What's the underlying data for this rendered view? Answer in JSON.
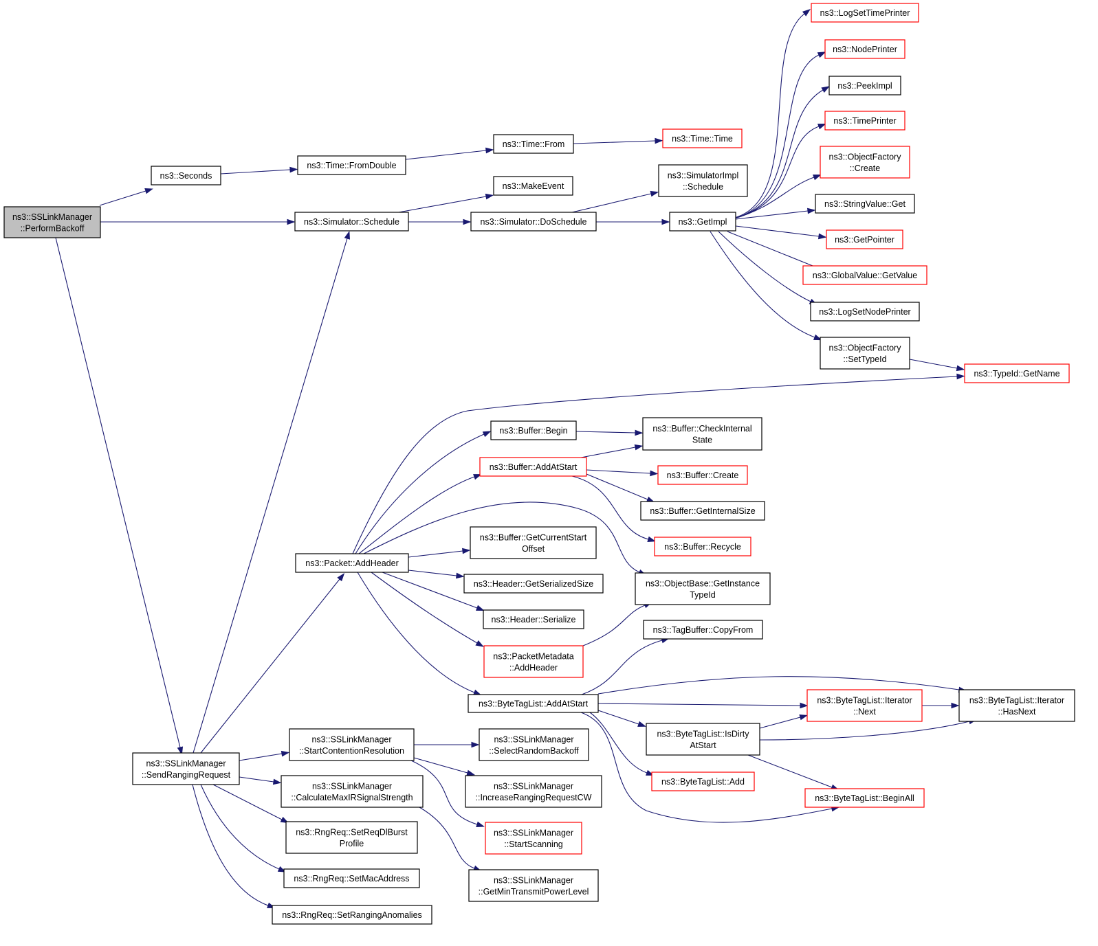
{
  "nodes": [
    {
      "id": "root",
      "lines": [
        "ns3::SSLinkManager",
        "::PerformBackoff"
      ],
      "style": "root"
    },
    {
      "id": "seconds",
      "lines": [
        "ns3::Seconds"
      ],
      "style": "normal"
    },
    {
      "id": "fromdouble",
      "lines": [
        "ns3::Time::FromDouble"
      ],
      "style": "normal"
    },
    {
      "id": "timefrom",
      "lines": [
        "ns3::Time::From"
      ],
      "style": "normal"
    },
    {
      "id": "timetime",
      "lines": [
        "ns3::Time::Time"
      ],
      "style": "red"
    },
    {
      "id": "schedule",
      "lines": [
        "ns3::Simulator::Schedule"
      ],
      "style": "normal"
    },
    {
      "id": "makeevent",
      "lines": [
        "ns3::MakeEvent"
      ],
      "style": "normal"
    },
    {
      "id": "doschedule",
      "lines": [
        "ns3::Simulator::DoSchedule"
      ],
      "style": "normal"
    },
    {
      "id": "simimplschedule",
      "lines": [
        "ns3::SimulatorImpl",
        "::Schedule"
      ],
      "style": "normal"
    },
    {
      "id": "getimpl",
      "lines": [
        "ns3::GetImpl"
      ],
      "style": "normal"
    },
    {
      "id": "logsettimeprinter",
      "lines": [
        "ns3::LogSetTimePrinter"
      ],
      "style": "red"
    },
    {
      "id": "nodeprinter",
      "lines": [
        "ns3::NodePrinter"
      ],
      "style": "red"
    },
    {
      "id": "peekimpl",
      "lines": [
        "ns3::PeekImpl"
      ],
      "style": "normal"
    },
    {
      "id": "timeprinter",
      "lines": [
        "ns3::TimePrinter"
      ],
      "style": "red"
    },
    {
      "id": "ofcreate",
      "lines": [
        "ns3::ObjectFactory",
        "::Create"
      ],
      "style": "red"
    },
    {
      "id": "stringvalueget",
      "lines": [
        "ns3::StringValue::Get"
      ],
      "style": "normal"
    },
    {
      "id": "getpointer",
      "lines": [
        "ns3::GetPointer"
      ],
      "style": "red"
    },
    {
      "id": "globalvalueget",
      "lines": [
        "ns3::GlobalValue::GetValue"
      ],
      "style": "red"
    },
    {
      "id": "logsetnodeprinter",
      "lines": [
        "ns3::LogSetNodePrinter"
      ],
      "style": "normal"
    },
    {
      "id": "ofsettypeid",
      "lines": [
        "ns3::ObjectFactory",
        "::SetTypeId"
      ],
      "style": "normal"
    },
    {
      "id": "typeidgetname",
      "lines": [
        "ns3::TypeId::GetName"
      ],
      "style": "red"
    },
    {
      "id": "bufferbegin",
      "lines": [
        "ns3::Buffer::Begin"
      ],
      "style": "normal"
    },
    {
      "id": "checkinternal",
      "lines": [
        "ns3::Buffer::CheckInternal",
        "State"
      ],
      "style": "normal"
    },
    {
      "id": "addatstart",
      "lines": [
        "ns3::Buffer::AddAtStart"
      ],
      "style": "red"
    },
    {
      "id": "buffercreate",
      "lines": [
        "ns3::Buffer::Create"
      ],
      "style": "red"
    },
    {
      "id": "getinternalsize",
      "lines": [
        "ns3::Buffer::GetInternalSize"
      ],
      "style": "normal"
    },
    {
      "id": "bufferrecycle",
      "lines": [
        "ns3::Buffer::Recycle"
      ],
      "style": "red"
    },
    {
      "id": "getcurrentstart",
      "lines": [
        "ns3::Buffer::GetCurrentStart",
        "Offset"
      ],
      "style": "normal"
    },
    {
      "id": "packetaddheader",
      "lines": [
        "ns3::Packet::AddHeader"
      ],
      "style": "normal"
    },
    {
      "id": "getinstancetypeid",
      "lines": [
        "ns3::ObjectBase::GetInstance",
        "TypeId"
      ],
      "style": "normal"
    },
    {
      "id": "getserializedsize",
      "lines": [
        "ns3::Header::GetSerializedSize"
      ],
      "style": "normal"
    },
    {
      "id": "headerserialize",
      "lines": [
        "ns3::Header::Serialize"
      ],
      "style": "normal"
    },
    {
      "id": "tagbuffercopy",
      "lines": [
        "ns3::TagBuffer::CopyFrom"
      ],
      "style": "normal"
    },
    {
      "id": "pmaddheader",
      "lines": [
        "ns3::PacketMetadata",
        "::AddHeader"
      ],
      "style": "red"
    },
    {
      "id": "btladdatstart",
      "lines": [
        "ns3::ByteTagList::AddAtStart"
      ],
      "style": "normal"
    },
    {
      "id": "iternext",
      "lines": [
        "ns3::ByteTagList::Iterator",
        "::Next"
      ],
      "style": "red"
    },
    {
      "id": "iterhasnext",
      "lines": [
        "ns3::ByteTagList::Iterator",
        "::HasNext"
      ],
      "style": "normal"
    },
    {
      "id": "isdirty",
      "lines": [
        "ns3::ByteTagList::IsDirty",
        "AtStart"
      ],
      "style": "normal"
    },
    {
      "id": "btladd",
      "lines": [
        "ns3::ByteTagList::Add"
      ],
      "style": "red"
    },
    {
      "id": "beginall",
      "lines": [
        "ns3::ByteTagList::BeginAll"
      ],
      "style": "red"
    },
    {
      "id": "startcontention",
      "lines": [
        "ns3::SSLinkManager",
        "::StartContentionResolution"
      ],
      "style": "normal"
    },
    {
      "id": "selectrandom",
      "lines": [
        "ns3::SSLinkManager",
        "::SelectRandomBackoff"
      ],
      "style": "normal"
    },
    {
      "id": "sendranging",
      "lines": [
        "ns3::SSLinkManager",
        "::SendRangingRequest"
      ],
      "style": "normal"
    },
    {
      "id": "calcmaxir",
      "lines": [
        "ns3::SSLinkManager",
        "::CalculateMaxIRSignalStrength"
      ],
      "style": "normal"
    },
    {
      "id": "increaseranging",
      "lines": [
        "ns3::SSLinkManager",
        "::IncreaseRangingRequestCW"
      ],
      "style": "normal"
    },
    {
      "id": "setreqdl",
      "lines": [
        "ns3::RngReq::SetReqDlBurst",
        "Profile"
      ],
      "style": "normal"
    },
    {
      "id": "startscanning",
      "lines": [
        "ns3::SSLinkManager",
        "::StartScanning"
      ],
      "style": "red"
    },
    {
      "id": "setmac",
      "lines": [
        "ns3::RngReq::SetMacAddress"
      ],
      "style": "normal"
    },
    {
      "id": "getmintx",
      "lines": [
        "ns3::SSLinkManager",
        "::GetMinTransmitPowerLevel"
      ],
      "style": "normal"
    },
    {
      "id": "setanomalies",
      "lines": [
        "ns3::RngReq::SetRangingAnomalies"
      ],
      "style": "normal"
    }
  ],
  "edges": [
    [
      "root",
      "seconds"
    ],
    [
      "root",
      "schedule"
    ],
    [
      "root",
      "sendranging"
    ],
    [
      "seconds",
      "fromdouble"
    ],
    [
      "fromdouble",
      "timefrom"
    ],
    [
      "timefrom",
      "timetime"
    ],
    [
      "schedule",
      "makeevent"
    ],
    [
      "schedule",
      "doschedule"
    ],
    [
      "doschedule",
      "simimplschedule"
    ],
    [
      "doschedule",
      "getimpl"
    ],
    [
      "getimpl",
      "logsettimeprinter"
    ],
    [
      "getimpl",
      "nodeprinter"
    ],
    [
      "getimpl",
      "peekimpl"
    ],
    [
      "getimpl",
      "timeprinter"
    ],
    [
      "getimpl",
      "ofcreate"
    ],
    [
      "getimpl",
      "stringvalueget"
    ],
    [
      "getimpl",
      "getpointer"
    ],
    [
      "getimpl",
      "globalvalueget"
    ],
    [
      "getimpl",
      "logsetnodeprinter"
    ],
    [
      "getimpl",
      "ofsettypeid"
    ],
    [
      "ofsettypeid",
      "typeidgetname"
    ],
    [
      "sendranging",
      "schedule"
    ],
    [
      "sendranging",
      "packetaddheader"
    ],
    [
      "sendranging",
      "startcontention"
    ],
    [
      "sendranging",
      "calcmaxir"
    ],
    [
      "sendranging",
      "setreqdl"
    ],
    [
      "sendranging",
      "setmac"
    ],
    [
      "sendranging",
      "setanomalies"
    ],
    [
      "packetaddheader",
      "typeidgetname"
    ],
    [
      "packetaddheader",
      "bufferbegin"
    ],
    [
      "packetaddheader",
      "addatstart"
    ],
    [
      "packetaddheader",
      "getinstancetypeid"
    ],
    [
      "packetaddheader",
      "getcurrentstart"
    ],
    [
      "packetaddheader",
      "getserializedsize"
    ],
    [
      "packetaddheader",
      "headerserialize"
    ],
    [
      "packetaddheader",
      "pmaddheader"
    ],
    [
      "packetaddheader",
      "btladdatstart"
    ],
    [
      "bufferbegin",
      "checkinternal"
    ],
    [
      "addatstart",
      "checkinternal"
    ],
    [
      "addatstart",
      "buffercreate"
    ],
    [
      "addatstart",
      "getinternalsize"
    ],
    [
      "addatstart",
      "bufferrecycle"
    ],
    [
      "pmaddheader",
      "getinstancetypeid"
    ],
    [
      "btladdatstart",
      "tagbuffercopy"
    ],
    [
      "btladdatstart",
      "iterhasnext"
    ],
    [
      "btladdatstart",
      "iternext"
    ],
    [
      "btladdatstart",
      "isdirty"
    ],
    [
      "btladdatstart",
      "btladd"
    ],
    [
      "btladdatstart",
      "beginall"
    ],
    [
      "iternext",
      "iterhasnext"
    ],
    [
      "isdirty",
      "iternext"
    ],
    [
      "isdirty",
      "iterhasnext"
    ],
    [
      "isdirty",
      "beginall"
    ],
    [
      "startcontention",
      "selectrandom"
    ],
    [
      "startcontention",
      "increaseranging"
    ],
    [
      "startcontention",
      "startscanning"
    ],
    [
      "calcmaxir",
      "getmintx"
    ]
  ]
}
